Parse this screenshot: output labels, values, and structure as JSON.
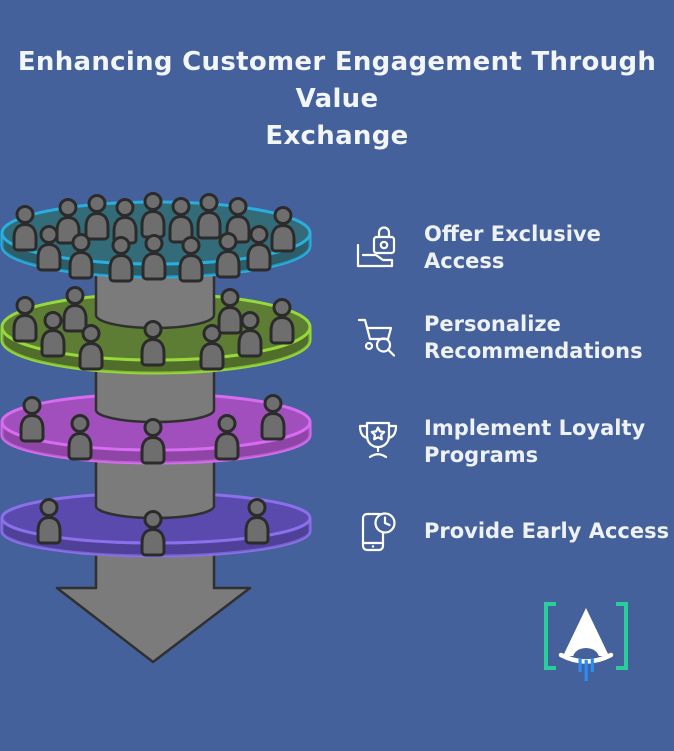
{
  "title": "Enhancing Customer Engagement Through Value\nExchange",
  "background_color": "#44619B",
  "text_color": "#EEF2F7",
  "funnel": {
    "layers": [
      {
        "name": "tier-1-top",
        "fill": "#336B78",
        "stroke": "#2AAEDD",
        "people": 16
      },
      {
        "name": "tier-2",
        "fill": "#5C7D33",
        "stroke": "#97D83B",
        "people": 9
      },
      {
        "name": "tier-3",
        "fill": "#A24FBE",
        "stroke": "#D76CF0",
        "people": 5
      },
      {
        "name": "tier-4-bottom",
        "fill": "#5A4AAE",
        "stroke": "#8B70EC",
        "people": 3
      }
    ],
    "column_fill": "#7B7B7B",
    "column_stroke": "#303030",
    "person_fill": "#6E6E6E",
    "person_stroke": "#2B2B2B",
    "arrow_direction": "down"
  },
  "strategies": [
    {
      "icon": "padlock-hand-icon",
      "label": "Offer Exclusive Access"
    },
    {
      "icon": "cart-magnifier-icon",
      "label": "Personalize\nRecommendations"
    },
    {
      "icon": "trophy-star-icon",
      "label": "Implement Loyalty\nPrograms"
    },
    {
      "icon": "phone-clock-icon",
      "label": "Provide Early Access"
    }
  ],
  "logo": {
    "letter": "A",
    "letter_color": "#FFFFFF",
    "bracket_color": "#2BCD9B",
    "rocket_flame_color": "#2D8CF0"
  }
}
